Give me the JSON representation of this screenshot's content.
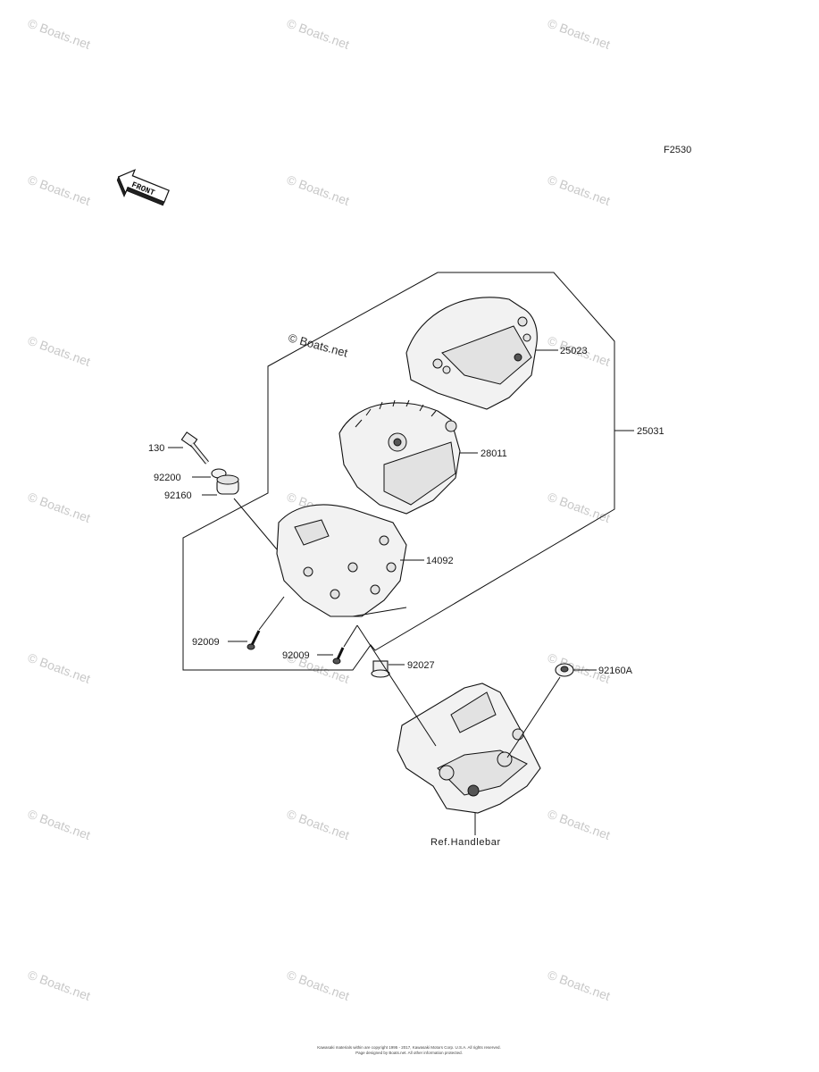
{
  "diagram_code": "F2530",
  "front_badge": "FRONT",
  "watermark_text": "Boats.net",
  "watermark_symbol": "©",
  "callouts": {
    "p25023": "25023",
    "p25031": "25031",
    "p28011": "28011",
    "p130": "130",
    "p92200": "92200",
    "p92160": "92160",
    "p14092": "14092",
    "p92009a": "92009",
    "p92009b": "92009",
    "p92027": "92027",
    "p92160a": "92160A",
    "ref_handlebar": "Ref.Handlebar"
  },
  "footer": {
    "line1": "Kawasaki materials within are copyright 1995 - 2017, Kawasaki Motors Corp. U.S.A. All rights reserved.",
    "line2": "Page designed by Boats.net. All other information protected."
  }
}
